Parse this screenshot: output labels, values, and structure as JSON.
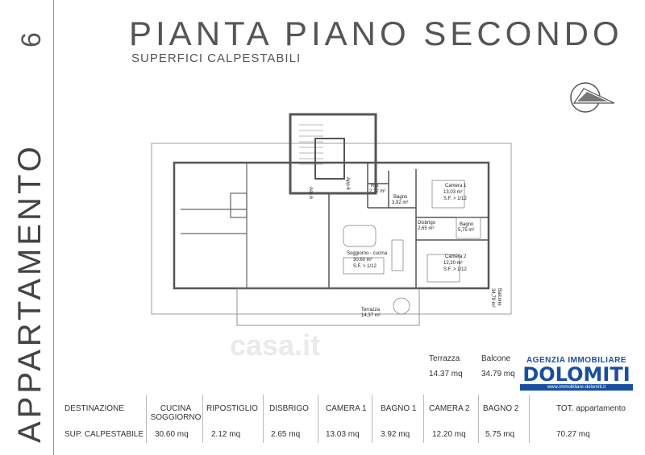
{
  "side": {
    "title": "APPARTAMENTO",
    "number": "6"
  },
  "header": {
    "title": "PIANTA PIANO SECONDO",
    "subtitle": "SUPERFICI CALPESTABILI"
  },
  "watermark": "casa.it",
  "rooms": {
    "soggiorno": {
      "name": "Soggiorno - cucina",
      "area": "30,60 m²",
      "sf": "S.F. > 1/12"
    },
    "camera1": {
      "name": "Camera 1",
      "area": "13,03 m²",
      "sf": "S.F. > 1/12"
    },
    "camera2": {
      "name": "Camera 2",
      "area": "12,20 m²",
      "sf": "S.F. > 1/12"
    },
    "bagno1": {
      "name": "Bagno",
      "area": "3,92 m²"
    },
    "bagno2": {
      "name": "Bagno",
      "area": "5,75 m²"
    },
    "disbrigo": {
      "name": "Disbrigo",
      "area": "2,65 m²"
    },
    "rip": {
      "name": "Rip.",
      "area": "2,12 m²"
    },
    "terrazza": {
      "name": "Terrazza",
      "area": "14,37 m²"
    },
    "balcone": {
      "name": "Balcone",
      "area": "34,79 m²"
    },
    "asc": {
      "name": "Asc.6",
      "area": ""
    },
    "app": {
      "name": "App.6",
      "area": ""
    }
  },
  "exterior": {
    "terrazza_label": "Terrazza",
    "terrazza_value": "14.37 mq",
    "balcone_label": "Balcone",
    "balcone_value": "34.79 mq"
  },
  "logo": {
    "top": "AGENZIA IMMOBILIARE",
    "main": "DOLOMITI",
    "url": "www.immobiliare-dolomiti.it"
  },
  "table": {
    "row1_label": "DESTINAZIONE",
    "row2_label": "SUP. CALPESTABILE",
    "columns": [
      {
        "h1": "CUCINA",
        "h2": "SOGGIORNO",
        "v": "30.60 mq"
      },
      {
        "h1": "RIPOSTIGLIO",
        "h2": "",
        "v": "2.12 mq"
      },
      {
        "h1": "DISBRIGO",
        "h2": "",
        "v": "2.65 mq"
      },
      {
        "h1": "CAMERA 1",
        "h2": "",
        "v": "13.03 mq"
      },
      {
        "h1": "BAGNO 1",
        "h2": "",
        "v": "3.92 mq"
      },
      {
        "h1": "CAMERA 2",
        "h2": "",
        "v": "12.20 mq"
      },
      {
        "h1": "BAGNO 2",
        "h2": "",
        "v": "5.75 mq"
      },
      {
        "h1": "TOT. appartamento",
        "h2": "",
        "v": "70.27 mq"
      }
    ]
  },
  "colors": {
    "brand": "#1a4fa0",
    "text": "#333333",
    "wall": "#555555",
    "hatch": "#999999"
  }
}
